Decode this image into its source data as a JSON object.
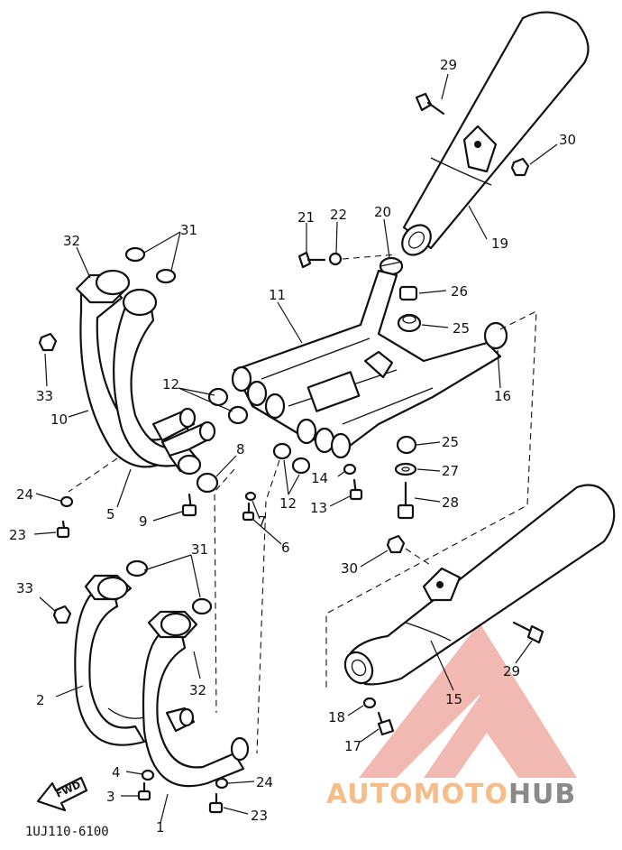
{
  "diagram": {
    "code": "1UJ110-6100",
    "fwd_label": "FWD",
    "callouts": [
      {
        "id": "c29a",
        "label": "29"
      },
      {
        "id": "c30a",
        "label": "30"
      },
      {
        "id": "c19",
        "label": "19"
      },
      {
        "id": "c21",
        "label": "21"
      },
      {
        "id": "c22",
        "label": "22"
      },
      {
        "id": "c20",
        "label": "20"
      },
      {
        "id": "c31a",
        "label": "31"
      },
      {
        "id": "c32a",
        "label": "32"
      },
      {
        "id": "c11",
        "label": "11"
      },
      {
        "id": "c26",
        "label": "26"
      },
      {
        "id": "c25a",
        "label": "25"
      },
      {
        "id": "c33a",
        "label": "33"
      },
      {
        "id": "c12a",
        "label": "12"
      },
      {
        "id": "c16",
        "label": "16"
      },
      {
        "id": "c10",
        "label": "10"
      },
      {
        "id": "c8",
        "label": "8"
      },
      {
        "id": "c25b",
        "label": "25"
      },
      {
        "id": "c14",
        "label": "14"
      },
      {
        "id": "c27",
        "label": "27"
      },
      {
        "id": "c24a",
        "label": "24"
      },
      {
        "id": "c5",
        "label": "5"
      },
      {
        "id": "c12b",
        "label": "12"
      },
      {
        "id": "c9",
        "label": "9"
      },
      {
        "id": "c7",
        "label": "7"
      },
      {
        "id": "c13",
        "label": "13"
      },
      {
        "id": "c28",
        "label": "28"
      },
      {
        "id": "c23a",
        "label": "23"
      },
      {
        "id": "c6",
        "label": "6"
      },
      {
        "id": "c31b",
        "label": "31"
      },
      {
        "id": "c30b",
        "label": "30"
      },
      {
        "id": "c33b",
        "label": "33"
      },
      {
        "id": "c29b",
        "label": "29"
      },
      {
        "id": "c2",
        "label": "2"
      },
      {
        "id": "c32b",
        "label": "32"
      },
      {
        "id": "c15",
        "label": "15"
      },
      {
        "id": "c18",
        "label": "18"
      },
      {
        "id": "c17",
        "label": "17"
      },
      {
        "id": "c4",
        "label": "4"
      },
      {
        "id": "c24b",
        "label": "24"
      },
      {
        "id": "c3",
        "label": "3"
      },
      {
        "id": "c23b",
        "label": "23"
      },
      {
        "id": "c1",
        "label": "1"
      }
    ]
  },
  "watermark": {
    "brand_part1": "AUTOMOTO",
    "brand_part2": "HUB",
    "color_main": "#f0a8a0",
    "color_text1": "#f5bd8a",
    "color_text2": "#8a8a8a"
  }
}
